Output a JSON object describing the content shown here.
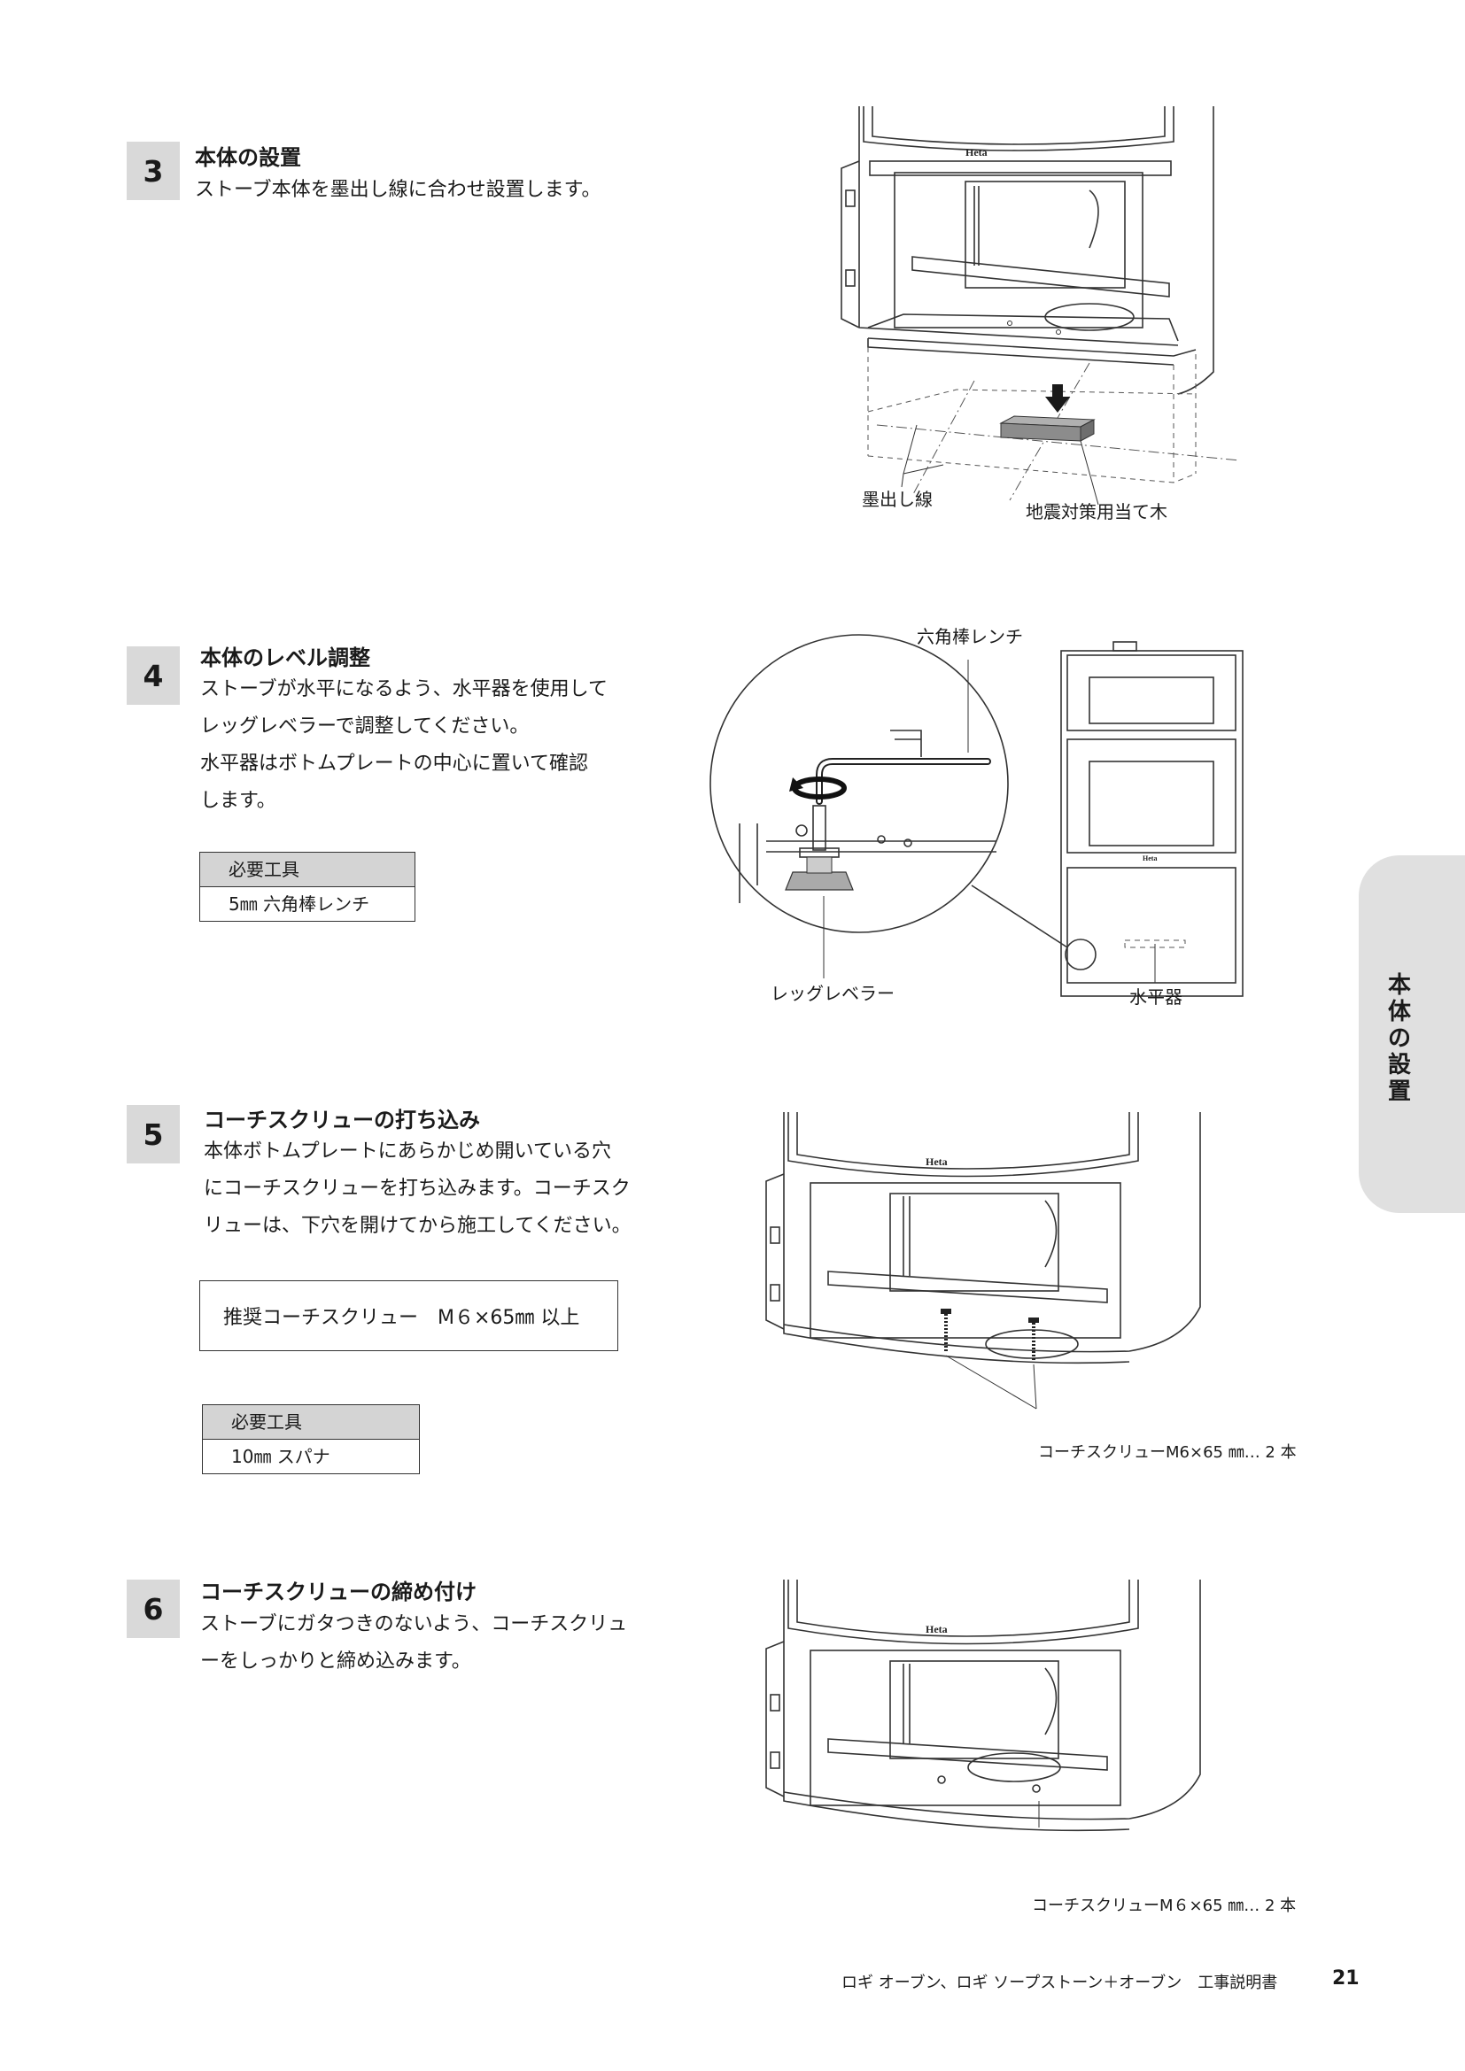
{
  "steps": [
    {
      "number": "3",
      "title": "本体の設置",
      "lines": [
        "ストーブ本体を墨出し線に合わせ設置します。"
      ]
    },
    {
      "number": "4",
      "title": "本体のレベル調整",
      "lines": [
        "ストーブが水平になるよう、水平器を使用して",
        "レッグレベラーで調整してください。",
        "水平器はボトムプレートの中心に置いて確認",
        "します。"
      ],
      "tool_header": "必要工具",
      "tool_value": "5㎜ 六角棒レンチ"
    },
    {
      "number": "5",
      "title": "コーチスクリューの打ち込み",
      "lines": [
        "本体ボトムプレートにあらかじめ開いている穴",
        "にコーチスクリューを打ち込みます。コーチスク",
        "リューは、下穴を開けてから施工してください。"
      ],
      "recommend": "推奨コーチスクリュー　M６×65㎜ 以上",
      "tool_header": "必要工具",
      "tool_value": "10㎜ スパナ"
    },
    {
      "number": "6",
      "title": "コーチスクリューの締め付け",
      "lines": [
        "ストーブにガタつきのないよう、コーチスクリュ",
        "ーをしっかりと締め込みます。"
      ]
    }
  ],
  "figures": {
    "fig3": {
      "brand": "Heta",
      "label_marking": "墨出し線",
      "label_wood": "地震対策用当て木"
    },
    "fig4": {
      "brand": "Heta",
      "label_wrench": "六角棒レンチ",
      "label_leveler": "レッグレベラー",
      "label_level": "水平器"
    },
    "fig5": {
      "brand": "Heta",
      "label_screw": "コーチスクリューM6×65 ㎜… 2 本"
    },
    "fig6": {
      "brand": "Heta",
      "label_screw": "コーチスクリューM６×65 ㎜… 2 本"
    }
  },
  "side_tab": "本体の設置",
  "footer": {
    "title": "ロギ オーブン、ロギ ソープストーン＋オーブン　工事説明書",
    "page": "21"
  }
}
